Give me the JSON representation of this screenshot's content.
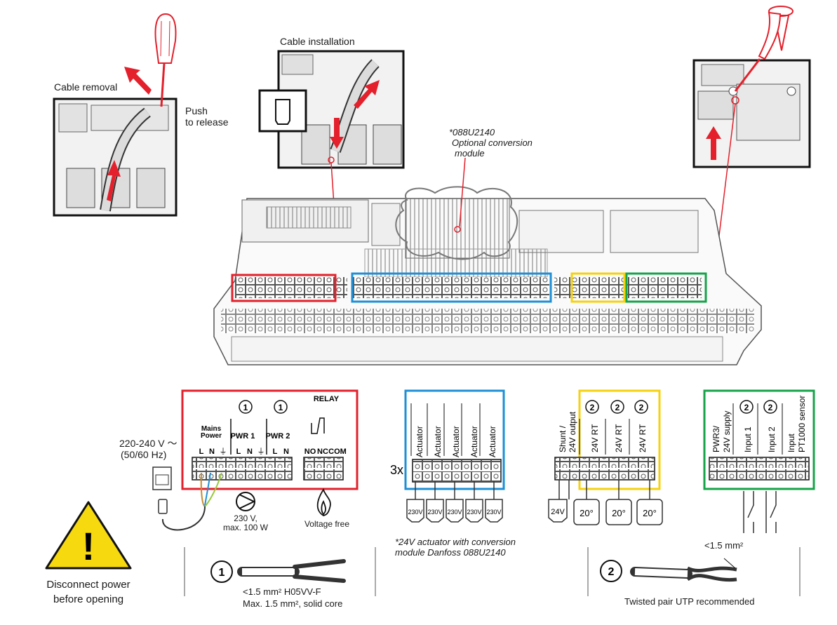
{
  "labels": {
    "cable_removal": "Cable removal",
    "push_release_1": "Push",
    "push_release_2": "to release",
    "cable_installation": "Cable installation",
    "module_1": "*088U2140",
    "module_2": "Optional conversion",
    "module_3": "module",
    "voltage_1": "220-240 V ～",
    "voltage_2": "(50/60 Hz)",
    "mains_1": "Mains",
    "mains_2": "Power",
    "pwr1": "PWR 1",
    "pwr2": "PWR 2",
    "relay": "RELAY",
    "no": "NO",
    "nc": "NC",
    "com": "COM",
    "pump_1": "230 V,",
    "pump_2": "max. 100 W",
    "voltage_free": "Voltage free",
    "actuator": "Actuator",
    "times3": "3x",
    "v230": "230V",
    "actuator_note_1": "*24V actuator with conversion",
    "actuator_note_2": "module Danfoss 088U2140",
    "shunt_1": "Shunt /",
    "shunt_2": "24V output",
    "rt": "24V RT",
    "v24": "24V",
    "deg": "20°",
    "pwr3_1": "PWR3/",
    "pwr3_2": "24V supply",
    "input1": "Input 1",
    "input2": "Input 2",
    "pt_1": "Input",
    "pt_2": "PT1000 sensor",
    "disconnect_1": "Disconnect power",
    "disconnect_2": "before opening",
    "cable1_1": "<1.5 mm² H05VV-F",
    "cable1_2": "Max. 1.5 mm², solid core",
    "cable2_size": "<1.5 mm²",
    "cable2_note": "Twisted pair UTP recommended",
    "mark_1": "1",
    "mark_2": "2",
    "exclaim": "!",
    "pe": "⏚",
    "l": "L",
    "n": "N"
  },
  "colors": {
    "red": "#e3202b",
    "blue": "#1e8fd6",
    "yellow": "#f5d20f",
    "green": "#16a34a",
    "warning": "#f6d90f",
    "arrow": "#e3202b"
  },
  "icons": [
    "screwdriver-icon",
    "pump-icon",
    "flame-icon",
    "warning-icon",
    "plug-icon",
    "socket-icon",
    "thermostat-icon",
    "actuator-icon",
    "switch-icon"
  ]
}
